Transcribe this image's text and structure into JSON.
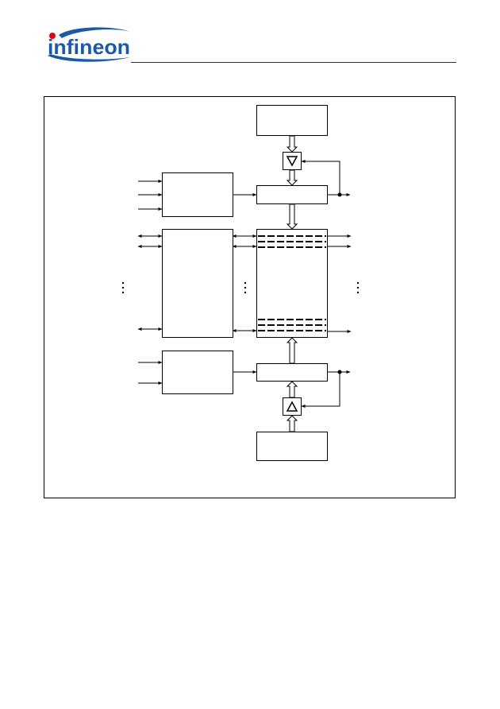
{
  "header": {
    "logo_text": "infineon",
    "brand_color": "#1b5aa8",
    "accent_color": "#e2001a"
  },
  "diagram": {
    "blocks": [
      {
        "id": "top-source-block",
        "label": ""
      },
      {
        "id": "top-register-block",
        "label": ""
      },
      {
        "id": "left-upper-control-block",
        "label": ""
      },
      {
        "id": "left-main-block",
        "label": ""
      },
      {
        "id": "central-array-block",
        "label": ""
      },
      {
        "id": "left-lower-control-block",
        "label": ""
      },
      {
        "id": "bottom-register-block",
        "label": ""
      },
      {
        "id": "bottom-source-block",
        "label": ""
      }
    ],
    "gates": [
      {
        "id": "down-triangle-gate",
        "symbol": "▽"
      },
      {
        "id": "up-triangle-gate",
        "symbol": "△"
      }
    ],
    "continuation_marks": [
      "⋮",
      "⋮",
      "⋮"
    ]
  }
}
